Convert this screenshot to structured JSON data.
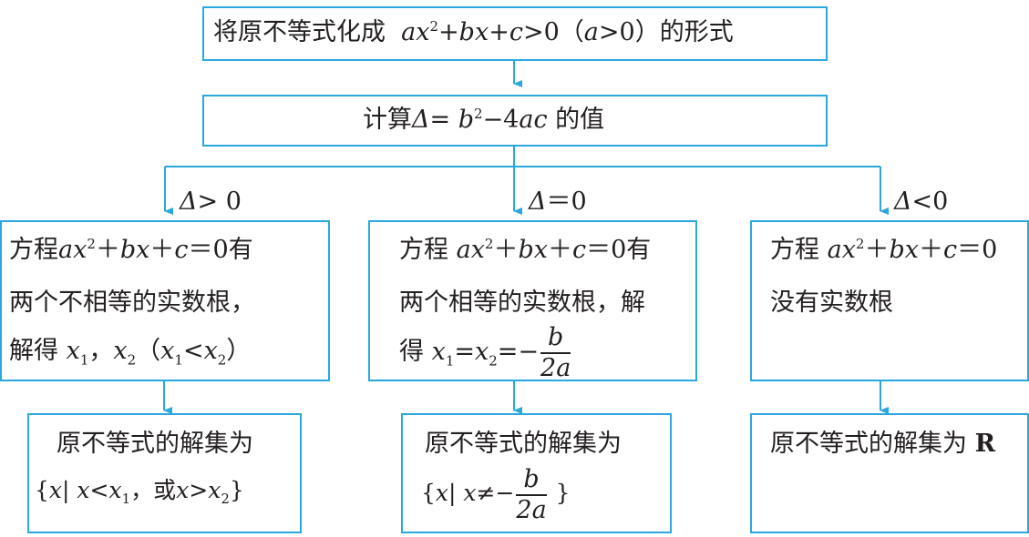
{
  "colors": {
    "border": "#2aa7dd",
    "arrow": "#2aa7dd",
    "text": "#231f20"
  },
  "top": {
    "prefix": "将原不等式化成",
    "suffix": "的形式",
    "form_a": "a",
    "form_x": "x",
    "form_sq": "2",
    "form_plus_b": "+b",
    "form_x2": "x",
    "form_plus_c": "+c",
    "form_gt": ">0（",
    "cond_a": "a",
    "cond_rest": ">0）"
  },
  "delta": {
    "prefix": "计算",
    "sym": "Δ",
    "eq": "= ",
    "b": "b",
    "sq": "2",
    "rest": "−4",
    "ac": "ac",
    "suffix": " 的值"
  },
  "cases": {
    "gt": {
      "sym": "Δ",
      "rel": "> 0"
    },
    "eq": {
      "sym": "Δ",
      "rel": "＝0"
    },
    "lt": {
      "sym": "Δ",
      "rel": "<0"
    }
  },
  "left": {
    "eq_prefix": "方程",
    "eq_a": "ax",
    "eq_sq": "2",
    "eq_rest": "＋",
    "eq_bx": "bx",
    "eq_rest2": "＋",
    "eq_c": "c",
    "eq_rest3": "＝0",
    "eq_suffix": "有",
    "line2": "两个不相等的实数根，",
    "line3_prefix": "解得",
    "x1": "x",
    "sub1": "1",
    "comma": "，",
    "x2": "x",
    "sub2": "2",
    "paren_open": "（",
    "x1b": "x",
    "sub1b": "1",
    "lt": "<",
    "x2b": "x",
    "sub2b": "2",
    "paren_close": "）",
    "sol_line1": "原不等式的解集为",
    "sol_open": "{",
    "sol_x": "x",
    "sol_bar": "|",
    "sol_x2": "x",
    "sol_lt": "<",
    "sol_x1": "x",
    "sol_s1": "1",
    "sol_or": "，或",
    "sol_x3": "x",
    "sol_gt": ">",
    "sol_x4": "x",
    "sol_s2": "2",
    "sol_close": "}"
  },
  "middle": {
    "eq_prefix": "方程",
    "eq_a": "ax",
    "eq_sq": "2",
    "eq_rest": "＋",
    "eq_bx": "bx",
    "eq_rest2": "＋",
    "eq_c": "c",
    "eq_rest3": "＝0",
    "eq_suffix": "有",
    "line2": "两个相等的实数根，解",
    "line3_prefix": "得",
    "x1": "x",
    "sub1": "1",
    "eq1": "=",
    "x2": "x",
    "sub2": "2",
    "eq2": "=−",
    "num": "b",
    "den": "2a",
    "sol_line1": "原不等式的解集为",
    "sol_open": "{",
    "sol_x": "x",
    "sol_bar": "|",
    "sol_x2": "x",
    "sol_ne": "≠−",
    "sol_num": "b",
    "sol_den": "2a",
    "sol_close": "}"
  },
  "right": {
    "eq_prefix": "方程",
    "eq_a": "ax",
    "eq_sq": "2",
    "eq_rest": "＋",
    "eq_bx": "bx",
    "eq_rest2": "＋",
    "eq_c": "c",
    "eq_rest3": "＝0",
    "line2": "没有实数根",
    "sol_text": "原不等式的解集为",
    "sol_R": "R"
  }
}
